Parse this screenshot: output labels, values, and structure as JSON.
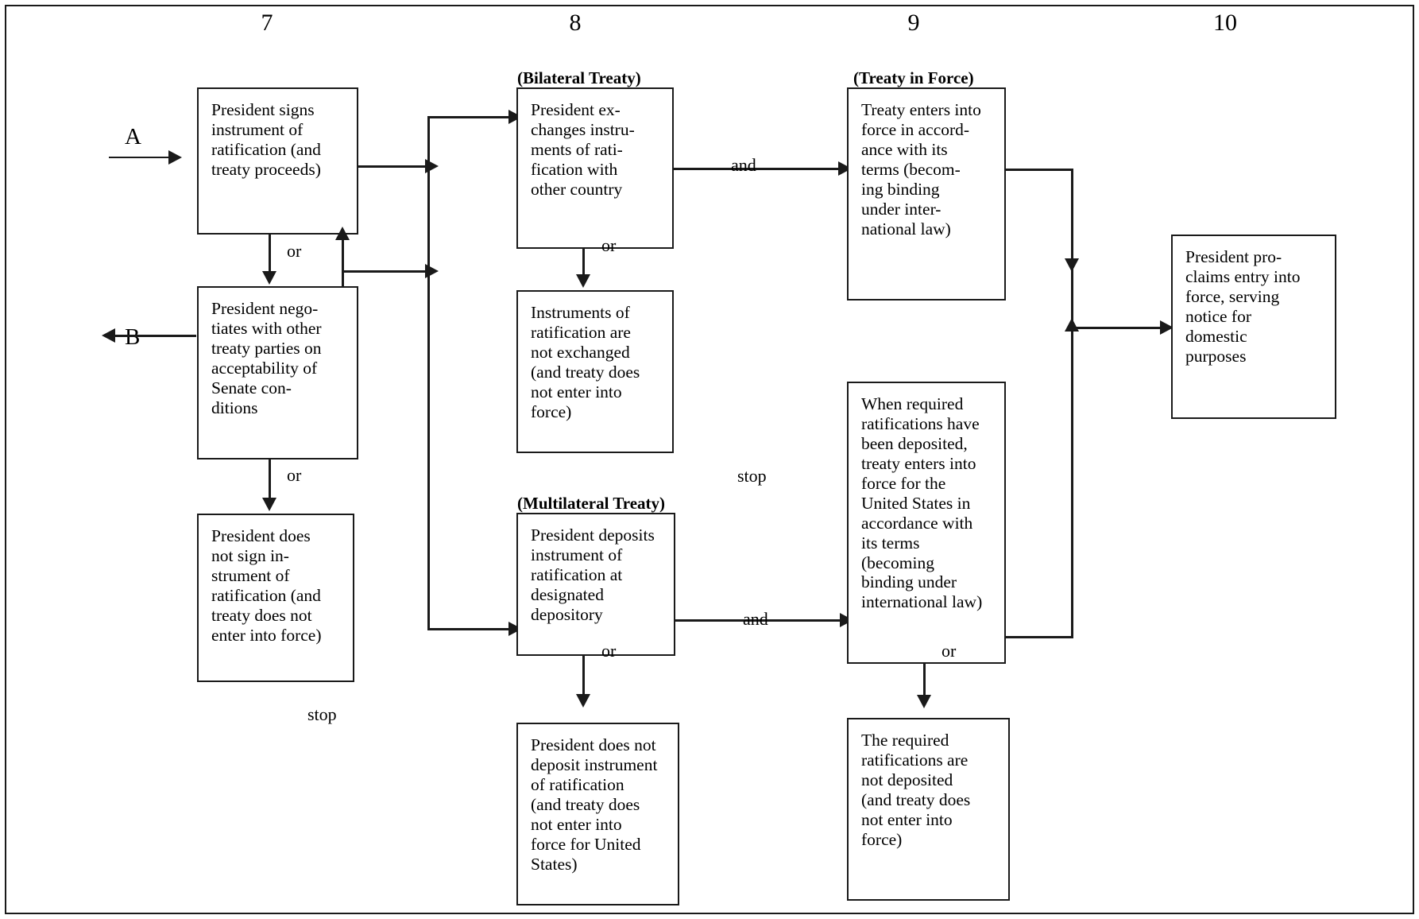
{
  "diagram": {
    "title": "Treaty ratification and entry into force flowchart (steps 7-10)",
    "column_numbers": [
      "7",
      "8",
      "9",
      "10"
    ],
    "entry_label": "A",
    "exit_label": "B",
    "captions": {
      "bilateral": "(Bilateral Treaty)",
      "multilateral": "(Multilateral Treaty)",
      "in_force": "(Treaty in Force)"
    },
    "connector_labels": {
      "or_1": "or",
      "or_2": "or",
      "or_3": "or",
      "or_4": "or",
      "or_5": "or",
      "and_1": "and",
      "and_2": "and",
      "stop_1": "stop",
      "stop_2": "stop"
    },
    "boxes": {
      "president_signs": "President signs\ninstrument of\nratification (and\ntreaty proceeds)",
      "president_negotiates": "President nego-\ntiates with other\ntreaty parties on\nacceptability of\nSenate con-\nditions",
      "president_does_not_sign": "President does\nnot sign in-\nstrument of\nratification (and\ntreaty does not\nenter into force)",
      "president_exchanges": "President ex-\nchanges instru-\nments of rati-\nfication with\nother country",
      "instruments_not_exchanged": "Instruments of\nratification are\nnot exchanged\n(and treaty does\nnot enter into\nforce)",
      "president_deposits": "President deposits\ninstrument of\nratification at\ndesignated\ndepository",
      "president_does_not_deposit": "President does not\ndeposit instrument\nof ratification\n(and treaty does\nnot enter into\nforce for United\nStates)",
      "treaty_enters_force": "Treaty enters into\nforce in accord-\nance with its\nterms (becom-\ning binding\nunder  inter-\nnational law)",
      "when_required_ratifications": "When required\nratifications have\nbeen deposited,\ntreaty enters into\nforce for the\nUnited States in\naccordance with\nits terms\n(becoming\nbinding under\ninternational law)",
      "required_not_deposited": "The required\nratifications are\nnot deposited\n(and treaty does\nnot enter into\nforce)",
      "president_proclaims": "President pro-\nclaims entry into\nforce, serving\nnotice for\ndomestic\npurposes"
    },
    "colors": {
      "ink": "#1a1a1a",
      "paper": "#ffffff"
    }
  }
}
